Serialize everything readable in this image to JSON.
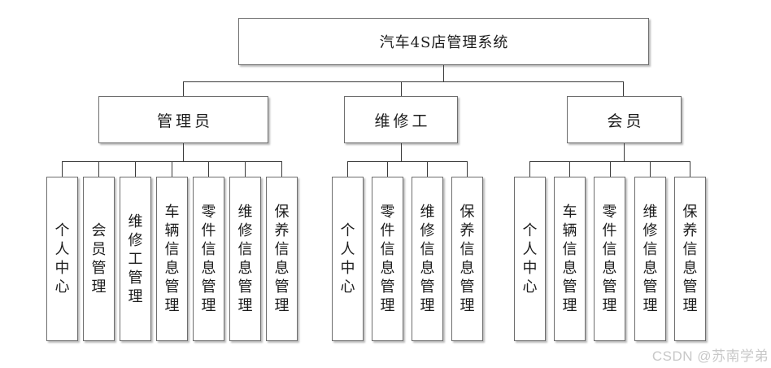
{
  "root": {
    "label": "汽车4S店管理系统"
  },
  "groups": [
    {
      "label": "管理员",
      "children": [
        "个人中心",
        "会员管理",
        "维修工管理",
        "车辆信息管理",
        "零件信息管理",
        "维修信息管理",
        "保养信息管理"
      ]
    },
    {
      "label": "维修工",
      "children": [
        "个人中心",
        "零件信息管理",
        "维修信息管理",
        "保养信息管理"
      ]
    },
    {
      "label": "会员",
      "children": [
        "个人中心",
        "车辆信息管理",
        "零件信息管理",
        "维修信息管理",
        "保养信息管理"
      ]
    }
  ],
  "watermark": {
    "text": "CSDN @苏南学弟",
    "color": "#c8c8c8"
  },
  "colors": {
    "background": "#ffffff",
    "box_border": "#6e6e6e",
    "box_shadow": "#b9b9b9",
    "connector": "#3a3a3a",
    "text": "#1c1c1c"
  }
}
